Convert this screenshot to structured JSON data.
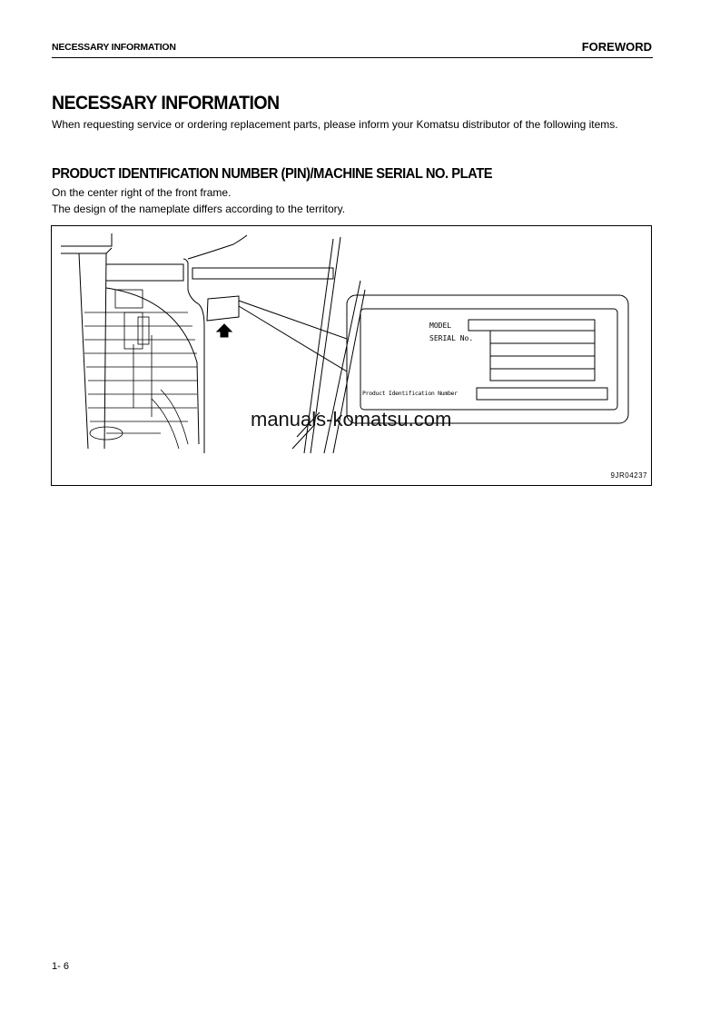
{
  "header": {
    "section": "NECESSARY INFORMATION",
    "chapter": "FOREWORD"
  },
  "title": "NECESSARY INFORMATION",
  "intro": "When requesting service or ordering replacement parts, please inform your Komatsu distributor of the following items.",
  "subsection": {
    "title": "PRODUCT IDENTIFICATION NUMBER (PIN)/MACHINE SERIAL NO. PLATE",
    "lines": [
      "On the center right of the front frame.",
      "The design of the nameplate differs according to the territory."
    ]
  },
  "figure": {
    "id": "9JR04237",
    "plate": {
      "model_label": "MODEL",
      "serial_label": "SERIAL No.",
      "pin_label": "Product Identification Number"
    }
  },
  "watermark": "manuals-komatsu.com",
  "footer": {
    "page": "1- 6"
  }
}
